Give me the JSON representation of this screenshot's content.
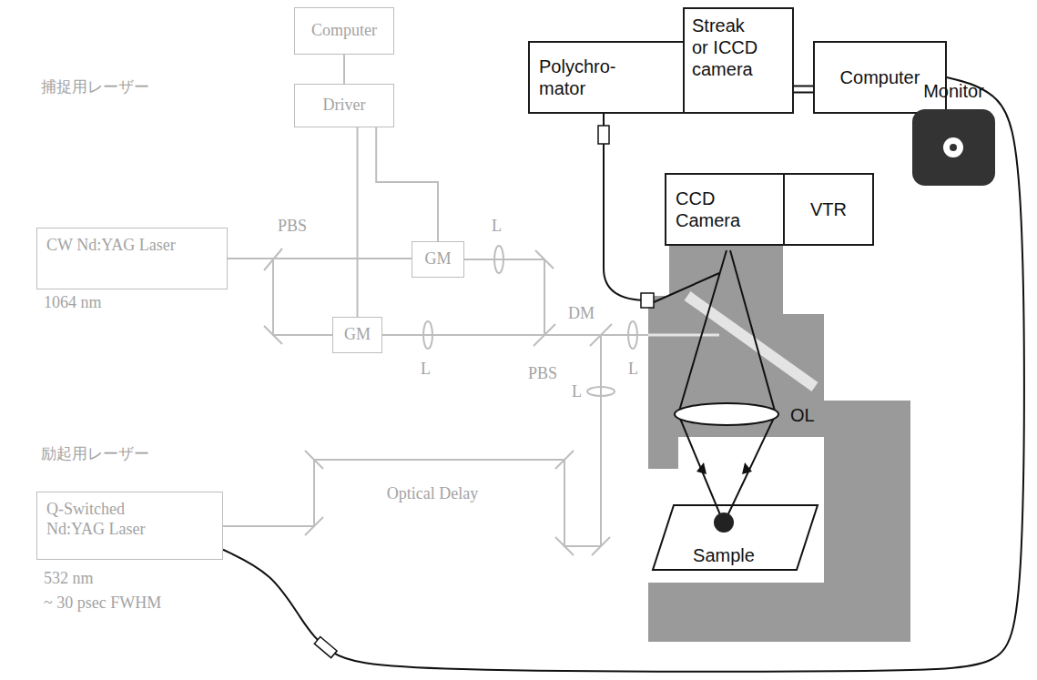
{
  "diagram": {
    "nodes": [
      {
        "text": [
          "Computer"
        ]
      },
      {
        "text": [
          "Driver"
        ]
      },
      {
        "text": [
          "CW Nd:YAG Laser"
        ]
      },
      {
        "text": [
          "GM"
        ]
      },
      {
        "text": [
          "GM"
        ]
      },
      {
        "text": [
          "Q-Switched Nd:YAG Laser"
        ]
      },
      {
        "text": [
          "Polychro- mator"
        ]
      },
      {
        "text": [
          "Streak or ICCD camera"
        ]
      },
      {
        "text": [
          "Computer"
        ]
      },
      {
        "text": [
          "CCD Camera"
        ]
      },
      {
        "text": [
          "VTR"
        ]
      },
      {
        "text": [
          "Monitor"
        ]
      },
      {
        "text": [
          "Sample"
        ]
      }
    ],
    "edges": [
      {
        "from": 0,
        "to": 1,
        "arrow": "none"
      },
      {
        "from": 1,
        "to": 3,
        "arrow": "none"
      },
      {
        "from": 1,
        "to": 4,
        "arrow": "none"
      },
      {
        "from": 2,
        "to": 3,
        "arrow": "none"
      },
      {
        "from": 2,
        "to": 4,
        "arrow": "none"
      },
      {
        "from": 7,
        "to": 8,
        "arrow": "none"
      },
      {
        "from": 8,
        "to": 5,
        "arrow": "none"
      }
    ],
    "labels": [
      "捕捉用レーザー",
      "1064 nm",
      "PBS",
      "L",
      "L",
      "PBS",
      "DM",
      "L",
      "L",
      "励起用レーザー",
      "532 nm",
      "~ 30 psec FWHM",
      "Optical Delay",
      "OL"
    ]
  }
}
